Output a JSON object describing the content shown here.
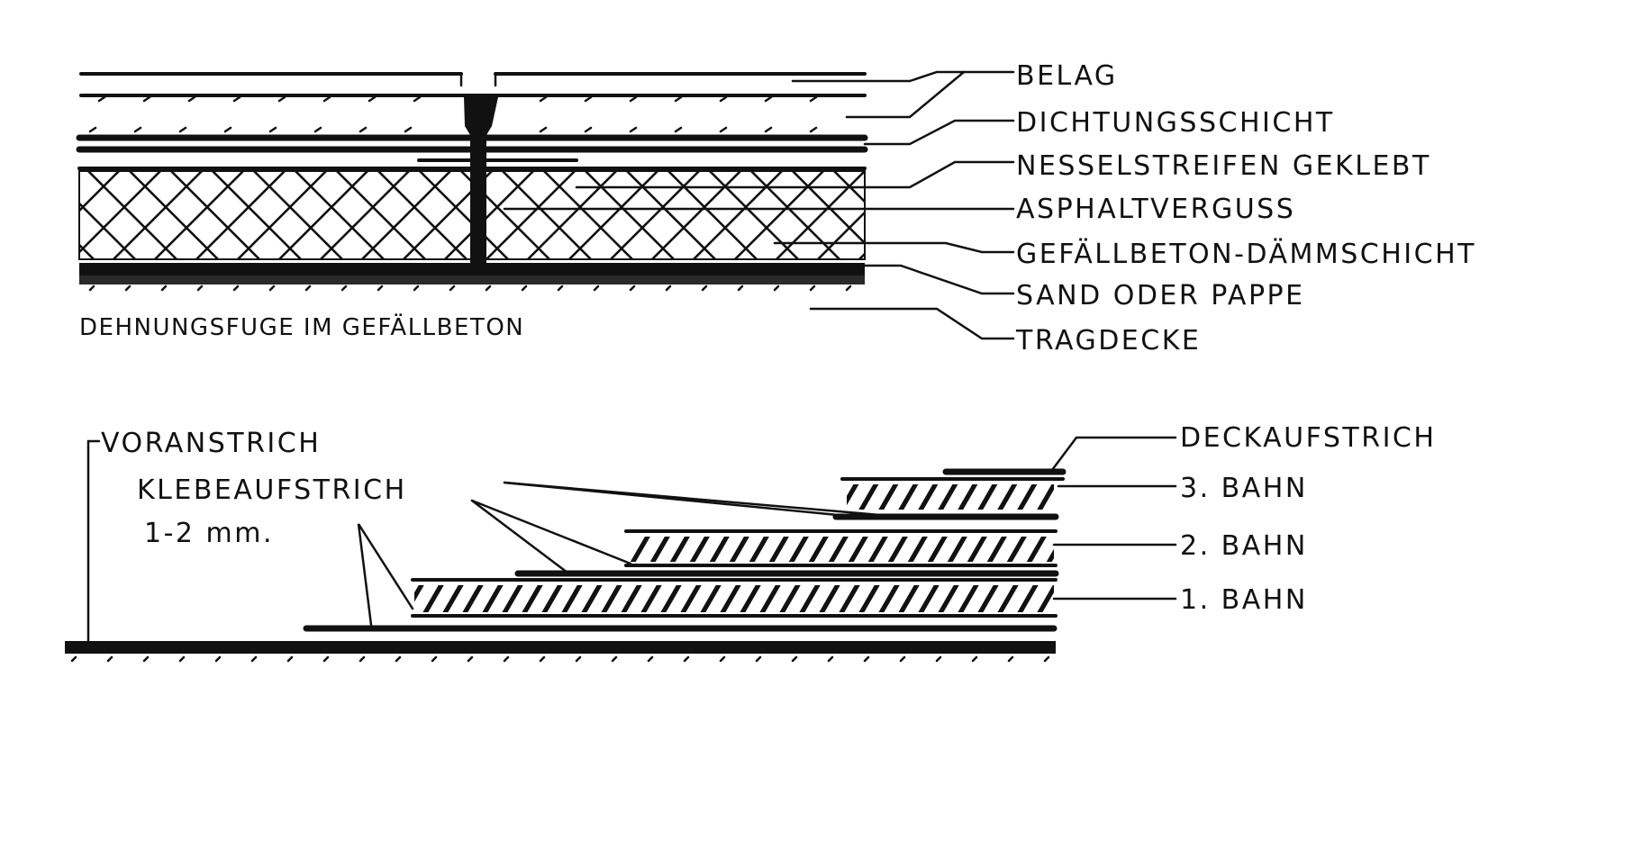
{
  "top_detail": {
    "caption": "DEHNUNGSFUGE IM GEFÄLLBETON",
    "labels": [
      "BELAG",
      "DICHTUNGSSCHICHT",
      "NESSELSTREIFEN GEKLEBT",
      "ASPHALTVERGUSS",
      "GEFÄLLBETON-DÄMMSCHICHT",
      "SAND ODER PAPPE",
      "TRAGDECKE"
    ]
  },
  "bottom_detail": {
    "left_labels": {
      "voranstrich": "VORANSTRICH",
      "klebeaufstrich": "KLEBEAUFSTRICH",
      "thickness": "1-2 mm."
    },
    "right_labels": {
      "deckaufstrich": "DECKAUFSTRICH",
      "bahn3": "3. BAHN",
      "bahn2": "2. BAHN",
      "bahn1": "1. BAHN"
    }
  }
}
